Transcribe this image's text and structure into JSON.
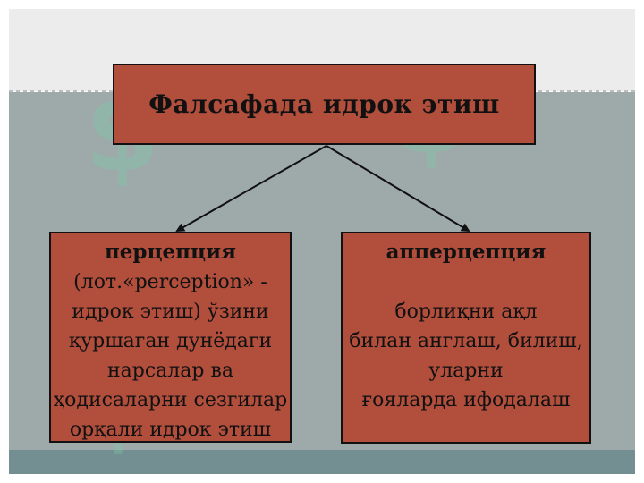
{
  "colors": {
    "box_fill": "#b24e3c",
    "box_border": "#111111",
    "slide_band": "#9ea9aa",
    "footer_band": "#748f92",
    "header_band": "#ececec"
  },
  "diagram": {
    "title": "Фалсафада идрок этиш",
    "left": {
      "heading": "перцепция",
      "lines": [
        "(лот.«perception» -",
        "идрок этиш) ўзини",
        "қуршаган дунёдаги",
        "нарсалар ва",
        "ҳодисаларни сезгилар",
        "орқали идрок этиш"
      ]
    },
    "right": {
      "heading": "апперцепция",
      "lines": [
        "борлиқни ақл",
        "билан англаш, билиш,",
        "уларни",
        "ғояларда ифодалаш"
      ]
    }
  }
}
